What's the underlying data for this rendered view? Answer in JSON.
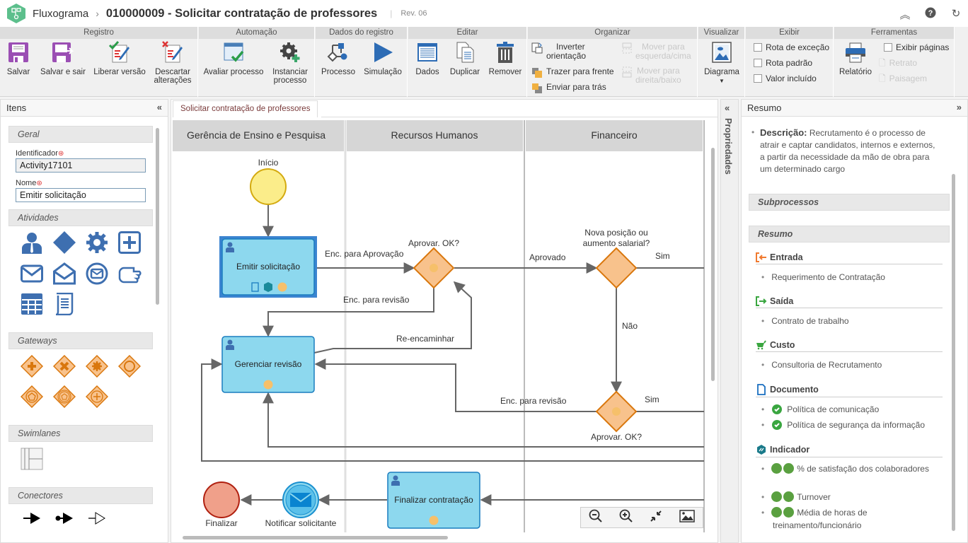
{
  "header": {
    "app_name": "Fluxograma",
    "separator": "›",
    "title": "010000009 - Solicitar contratação de professores",
    "revision": "Rev. 06",
    "actions": {
      "collapse": "︽",
      "help": "?",
      "refresh": "↻"
    }
  },
  "ribbon": {
    "groups": {
      "registro": "Registro",
      "automacao": "Automação",
      "dados_registro": "Dados do registro",
      "editar": "Editar",
      "organizar": "Organizar",
      "visualizar": "Visualizar",
      "exibir": "Exibir",
      "ferramentas": "Ferramentas"
    },
    "buttons": {
      "salvar": "Salvar",
      "salvar_sair": "Salvar e sair",
      "liberar_versao": "Liberar versão",
      "descartar_1": "Descartar",
      "descartar_2": "alterações",
      "avaliar": "Avaliar processo",
      "instanciar_1": "Instanciar",
      "instanciar_2": "processo",
      "processo": "Processo",
      "simulacao": "Simulação",
      "dados": "Dados",
      "duplicar": "Duplicar",
      "remover": "Remover",
      "inverter_1": "Inverter",
      "inverter_2": "orientação",
      "trazer_frente": "Trazer para frente",
      "enviar_tras": "Enviar para trás",
      "mover_esq_1": "Mover para",
      "mover_esq_2": "esquerda/cima",
      "mover_dir_1": "Mover para",
      "mover_dir_2": "direita/baixo",
      "diagrama": "Diagrama",
      "relatorio": "Relatório",
      "retrato": "Retrato",
      "paisagem": "Paisagem"
    },
    "checkboxes": {
      "rota_excecao": {
        "label": "Rota de exceção",
        "checked": false
      },
      "rota_padrao": {
        "label": "Rota padrão",
        "checked": false
      },
      "valor_incluido": {
        "label": "Valor incluído",
        "checked": false
      },
      "exibir_paginas": {
        "label": "Exibir páginas",
        "checked": false
      }
    }
  },
  "left_panel": {
    "title": "Itens",
    "collapse": "«",
    "sections": {
      "geral": "Geral",
      "atividades": "Atividades",
      "gateways": "Gateways",
      "swimlanes": "Swimlanes",
      "conectores": "Conectores"
    },
    "fields": {
      "identificador": {
        "label": "Identificador",
        "value": "Activity17101",
        "required": true
      },
      "nome": {
        "label": "Nome",
        "value": "Emitir solicitação",
        "required": true
      }
    },
    "required_mark": "⊛"
  },
  "canvas": {
    "tab": "Solicitar contratação de professores",
    "lanes": [
      "Gerência de Ensino e Pesquisa",
      "Recursos Humanos",
      "Financeiro"
    ],
    "nodes": {
      "inicio": "Início",
      "emitir": "Emitir solicitação",
      "gerenciar": "Gerenciar revisão",
      "gw1": "Aprovar. OK?",
      "gw2_1": "Nova posição ou",
      "gw2_2": "aumento salarial?",
      "gw3": "Aprovar. OK?",
      "finalizar_contr": "Finalizar contratação",
      "notificar": "Notificar solicitante",
      "finalizar": "Finalizar"
    },
    "edges": {
      "enc_aprov": "Enc. para Aprovação",
      "enc_rev1": "Enc. para revisão",
      "reencaminhar": "Re-encaminhar",
      "aprovado": "Aprovado",
      "sim1": "Sim",
      "nao": "Não",
      "sim2": "Sim",
      "enc_rev2": "Enc. para revisão"
    },
    "colors": {
      "task_fill": "#8dd8ee",
      "task_stroke": "#1a7dbf",
      "gateway_fill": "#f8c28c",
      "gateway_stroke": "#d9770d",
      "start_fill": "#fbed8a",
      "end_fill": "#f0a08a"
    }
  },
  "properties_tab": {
    "label": "Propriedades",
    "collapse": "«"
  },
  "right_panel": {
    "title": "Resumo",
    "expand": "»",
    "description_label": "Descrição:",
    "description": "Recrutamento é o processo de atrair e captar candidatos, internos e externos, a partir da necessidade da mão de obra para um determinado cargo",
    "sections": {
      "subprocessos": "Subprocessos",
      "resumo": "Resumo"
    },
    "entrada": {
      "title": "Entrada",
      "items": [
        "Requerimento de Contratação"
      ]
    },
    "saida": {
      "title": "Saída",
      "items": [
        "Contrato de trabalho"
      ]
    },
    "custo": {
      "title": "Custo",
      "items": [
        "Consultoria de Recrutamento"
      ]
    },
    "documento": {
      "title": "Documento",
      "items": [
        "Política de comunicação",
        "Política de segurança da informação"
      ]
    },
    "indicador": {
      "title": "Indicador",
      "items": [
        "% de satisfação dos colaboradores",
        "Turnover",
        "Média de horas de",
        "treinamento/funcionário"
      ]
    }
  }
}
